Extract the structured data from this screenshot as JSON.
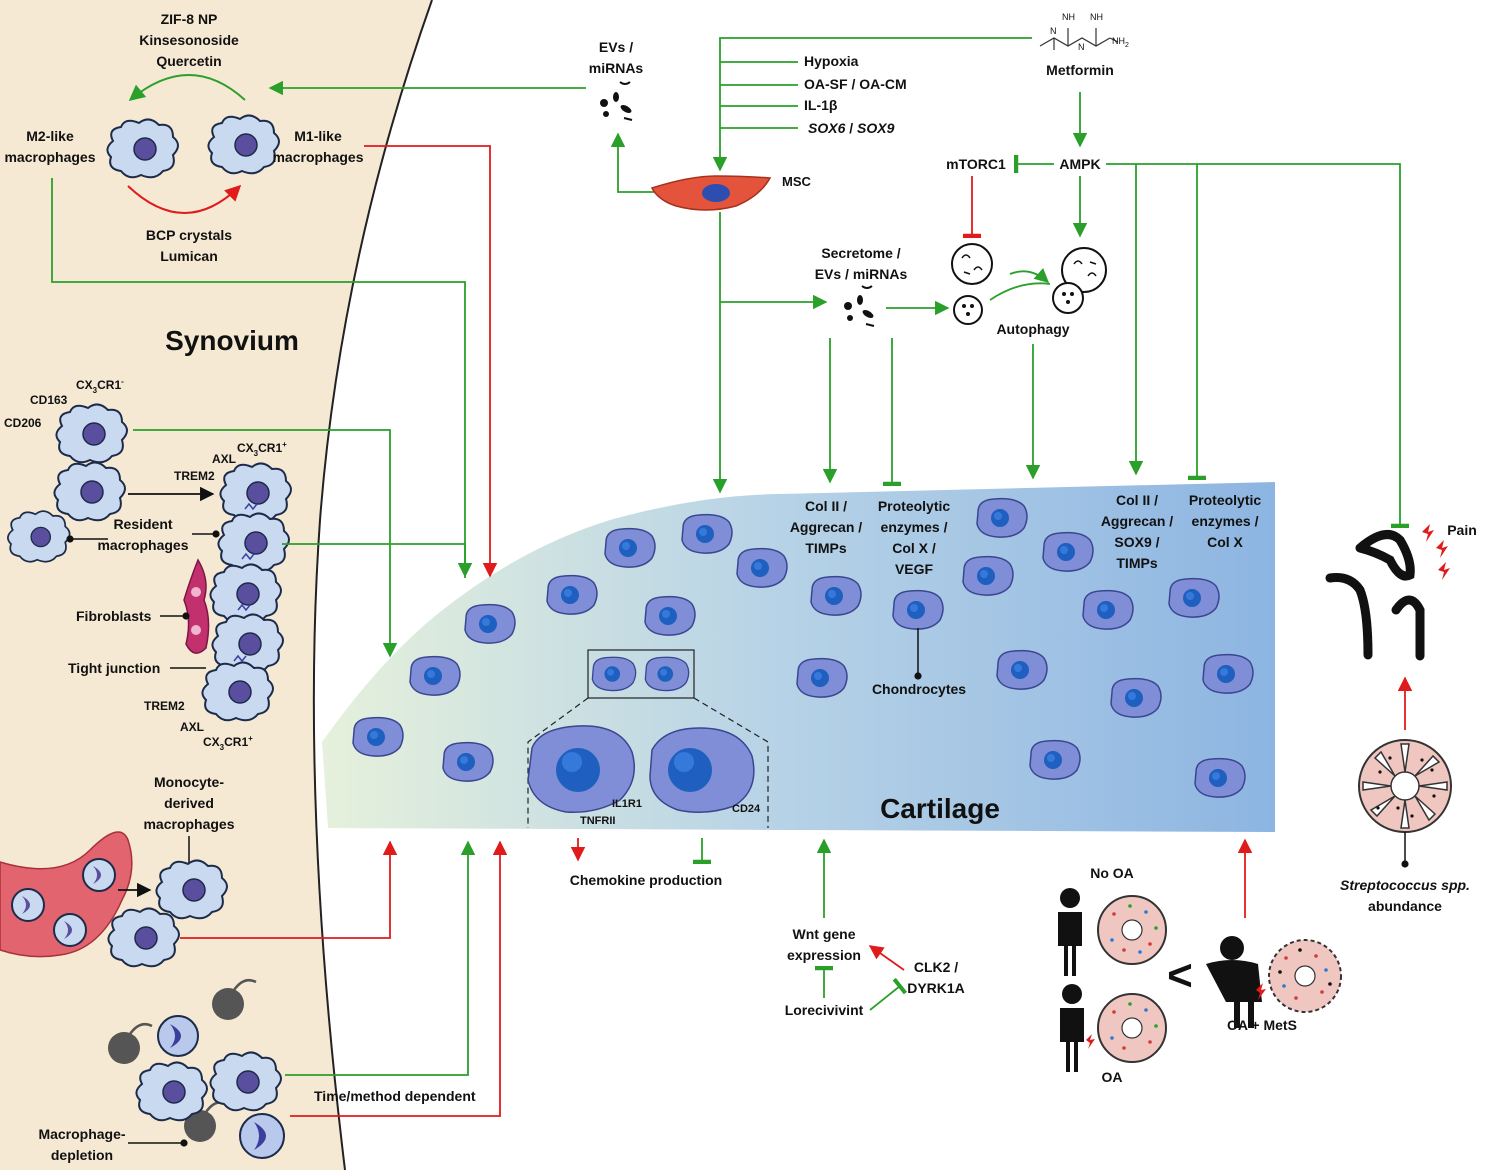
{
  "colors": {
    "synovium_fill": "#f5e9d3",
    "cartilage_left": "#dfeeda",
    "cartilage_right": "#8cb4e0",
    "cell_fill": "#7f8ed6",
    "cell_nucleus": "#1f5fbf",
    "macrophage_fill": "#c9d9ef",
    "macrophage_nucleus": "#5a4e9e",
    "stimulate_arrow": "#2aa02a",
    "red_arrow": "#e01b1b",
    "fibroblast": "#c2306e",
    "vessel": "#e2646f",
    "msc": "#e4543c"
  },
  "regions": {
    "synovium_label": "Synovium",
    "cartilage_label": "Cartilage"
  },
  "synovium": {
    "treatment_top": [
      "ZIF-8 NP",
      "Kinsesonoside",
      "Quercetin"
    ],
    "m2_label": [
      "M2-like",
      "macrophages"
    ],
    "m1_label": [
      "M1-like",
      "macrophages"
    ],
    "polarizers": [
      "BCP crystals",
      "Lumican"
    ],
    "marker_cd163": "CD163",
    "marker_cd206": "CD206",
    "marker_cx3cr1_neg": "CX",
    "marker_cx3cr1_neg_sub": "3",
    "marker_cx3cr1_neg_rest": "CR1",
    "marker_cx3cr1_neg_sup": "-",
    "marker_axl_top": "AXL",
    "marker_cx3cr1_pos_top": "CX",
    "marker_cx3cr1_pos_top_sub": "3",
    "marker_cx3cr1_pos_top_rest": "CR1",
    "marker_cx3cr1_pos_top_sup": "+",
    "marker_trem2_top": "TREM2",
    "resident": [
      "Resident",
      "macrophages"
    ],
    "fibroblasts": "Fibroblasts",
    "tight_junction": "Tight junction",
    "marker_trem2_bottom": "TREM2",
    "marker_axl_bottom": "AXL",
    "marker_cx3cr1_pos_bottom": "CX",
    "marker_cx3cr1_pos_bottom_sub": "3",
    "marker_cx3cr1_pos_bottom_rest": "CR1",
    "marker_cx3cr1_pos_bottom_sup": "+",
    "monocyte": [
      "Monocyte-",
      "derived",
      "macrophages"
    ],
    "depletion": [
      "Macrophage-",
      "depletion"
    ],
    "time_method": "Time/method dependent"
  },
  "msc": {
    "evs_top": [
      "EVs /",
      "miRNAs"
    ],
    "stimuli": [
      "Hypoxia",
      "OA-SF / OA-CM",
      "IL-1β"
    ],
    "stimulus_sox_a": "SOX6",
    "stimulus_sox_sep": " / ",
    "stimulus_sox_b": "SOX9",
    "msc_label": "MSC",
    "secretome": [
      "Secretome /",
      "EVs / miRNAs"
    ]
  },
  "metformin": {
    "drug": "Metformin",
    "nh_labels": [
      "NH",
      "NH",
      "N",
      "N",
      "NH",
      "H",
      "NH"
    ],
    "nh2": "NH",
    "nh2_sub": "2",
    "ampk": "AMPK",
    "mtorc1": "mTORC1",
    "autophagy": "Autophagy"
  },
  "cartilage": {
    "col_block_1": [
      "Col II /",
      "Aggrecan /",
      "TIMPs"
    ],
    "prot_block_1": [
      "Proteolytic",
      "enzymes /",
      "Col X /",
      "VEGF"
    ],
    "col_block_2": [
      "Col II /",
      "Aggrecan /",
      "SOX9 /",
      "TIMPs"
    ],
    "prot_block_2": [
      "Proteolytic",
      "enzymes /",
      "Col X"
    ],
    "chondrocytes": "Chondrocytes",
    "il1r1": "IL1R1",
    "tnfrii": "TNFRII",
    "cd24": "CD24",
    "chemokine": "Chemokine production"
  },
  "wnt": {
    "wnt_gene": [
      "Wnt gene",
      "expression"
    ],
    "clk2": [
      "CLK2 /",
      "DYRK1A"
    ],
    "lorecivivint": "Lorecivivint"
  },
  "pain": {
    "pain": "Pain",
    "strep_italic": "Streptococcus spp.",
    "strep_rest": "abundance",
    "no_oa": "No OA",
    "oa": "OA",
    "oa_mets": "OA + MetS",
    "less_than": "<"
  }
}
